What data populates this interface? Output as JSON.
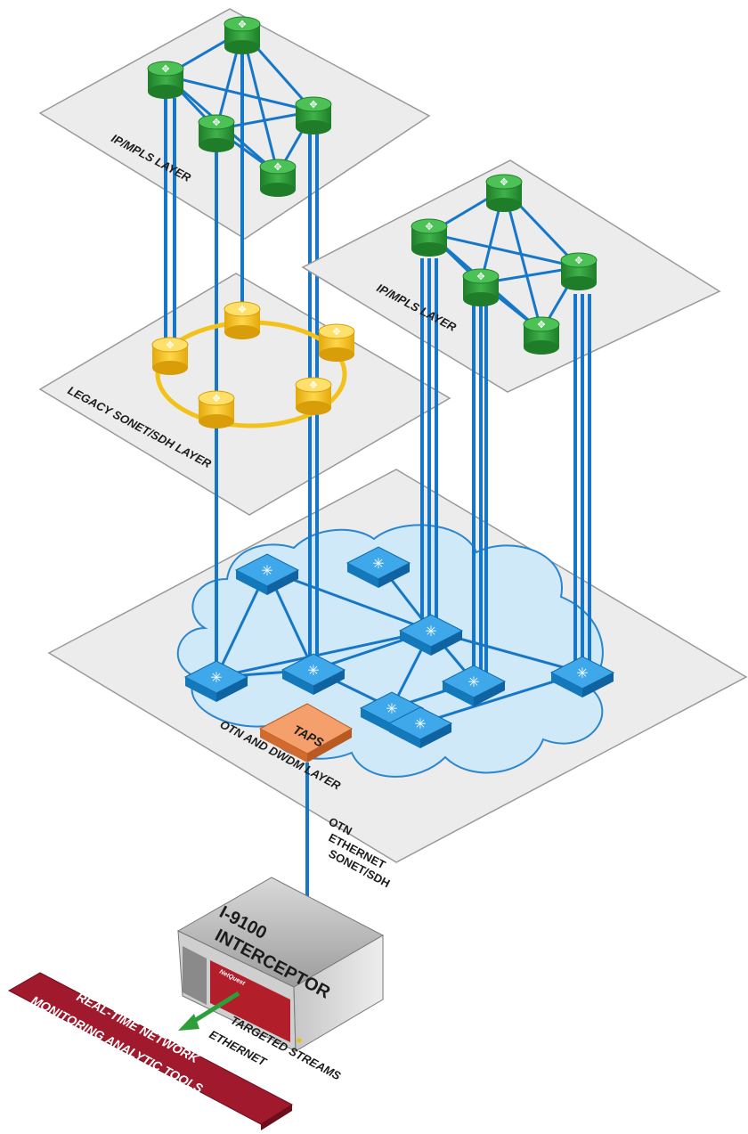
{
  "layers": {
    "ip_mpls_left": "IP/MPLS LAYER",
    "ip_mpls_right": "IP/MPLS LAYER",
    "legacy": "LEGACY SONET/SDH LAYER",
    "otn": "OTN AND DWDM LAYER"
  },
  "taps": "TAPS",
  "protocols": [
    "OTN",
    "ETHERNET",
    "SONET/SDH"
  ],
  "interceptor": {
    "line1": "I-9100",
    "line2": "INTERCEPTOR",
    "brand": "NetQuest"
  },
  "output": {
    "line1": "TARGETED STREAMS",
    "line2": "ETHERNET"
  },
  "tools": {
    "line1": "REAL-TIME NETWORK",
    "line2": "MONITORING ANALYTIC TOOLS"
  },
  "colors": {
    "plane": "#ececec",
    "router_green": "#2e9e3a",
    "ring_yellow": "#f2c21a",
    "switch_blue": "#1a8ed8",
    "cloud": "#cfe9f8",
    "link_blue": "#1677c9",
    "taps_orange": "#f08a4b",
    "tools_red": "#a0192c"
  }
}
